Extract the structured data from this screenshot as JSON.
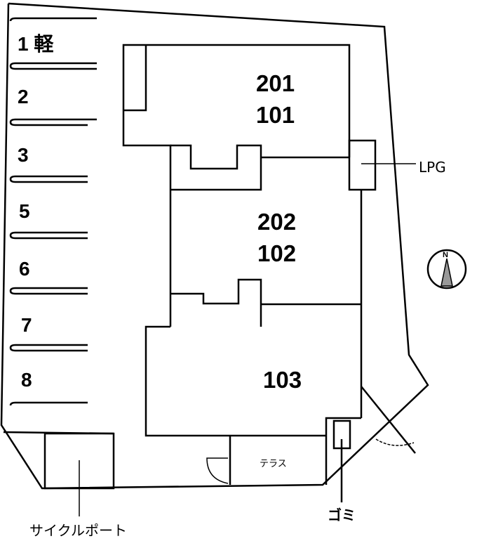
{
  "units": {
    "upper_1": "201",
    "lower_1": "101",
    "upper_2": "202",
    "lower_2": "102",
    "unit_3": "103"
  },
  "parking": [
    "1 軽",
    "2",
    "3",
    "5",
    "6",
    "7",
    "8"
  ],
  "labels": {
    "lpg": "LPG",
    "terrace": "テラス",
    "garbage": "ゴミ",
    "cycle_port": "サイクルポート",
    "north": "N"
  },
  "colors": {
    "line": "#000000",
    "compass_fill": "#999999"
  }
}
